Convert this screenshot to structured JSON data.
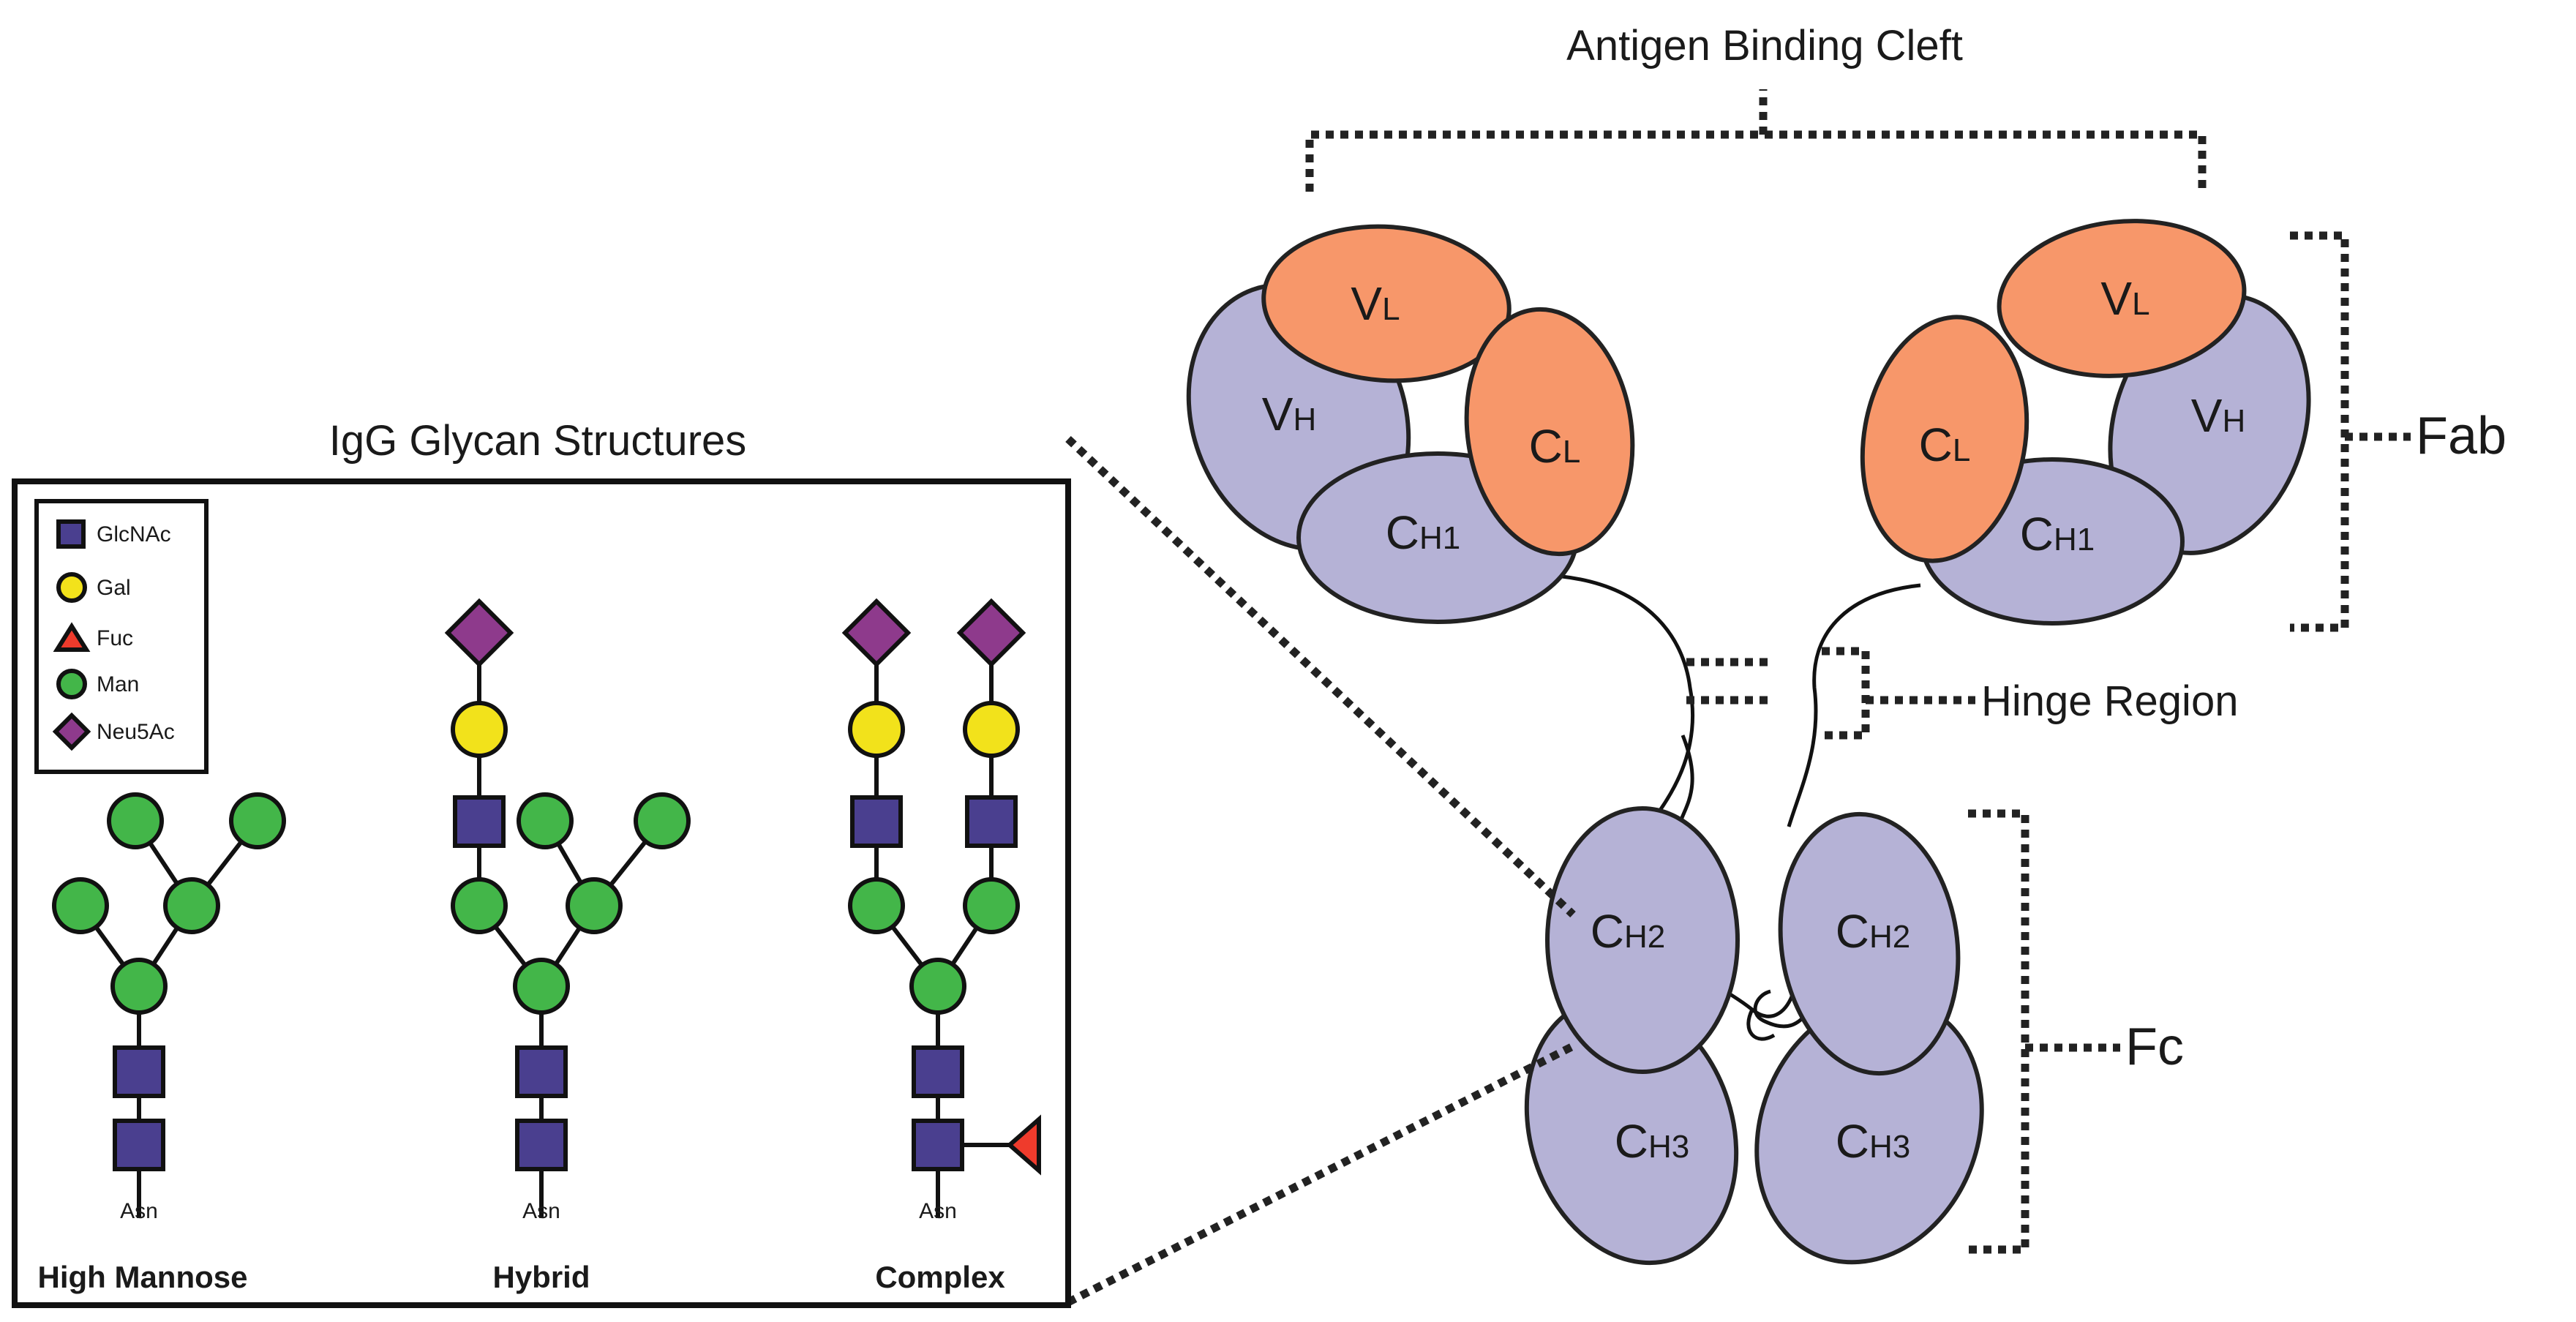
{
  "title": "Antigen Binding Cleft",
  "regions": {
    "fab": "Fab",
    "hinge": "Hinge Region",
    "fc": "Fc"
  },
  "domains": {
    "vl": "VL",
    "vh": "VH",
    "cl": "CL",
    "ch1": "CH1",
    "ch2": "CH2",
    "ch3": "CH3"
  },
  "glycan_panel": {
    "title": "IgG Glycan Structures",
    "legend": [
      {
        "label": "GlcNAc",
        "shape": "square",
        "color": "#4a3f8f"
      },
      {
        "label": "Gal",
        "shape": "circle",
        "color": "#f2e21b"
      },
      {
        "label": "Fuc",
        "shape": "triangle",
        "color": "#ef3b2c"
      },
      {
        "label": "Man",
        "shape": "circle",
        "color": "#43b649"
      },
      {
        "label": "Neu5Ac",
        "shape": "diamond",
        "color": "#8e3a8c"
      }
    ],
    "structures": [
      {
        "name": "High Mannose",
        "root": "Asn"
      },
      {
        "name": "Hybrid",
        "root": "Asn"
      },
      {
        "name": "Complex",
        "root": "Asn"
      }
    ]
  },
  "colors": {
    "heavy_chain": "#b5b2d6",
    "light_chain": "#f7976a",
    "glcnac": "#4a3f8f",
    "gal": "#f2e21b",
    "fuc": "#ef3b2c",
    "man": "#43b649",
    "neu5ac": "#8e3a8c"
  }
}
